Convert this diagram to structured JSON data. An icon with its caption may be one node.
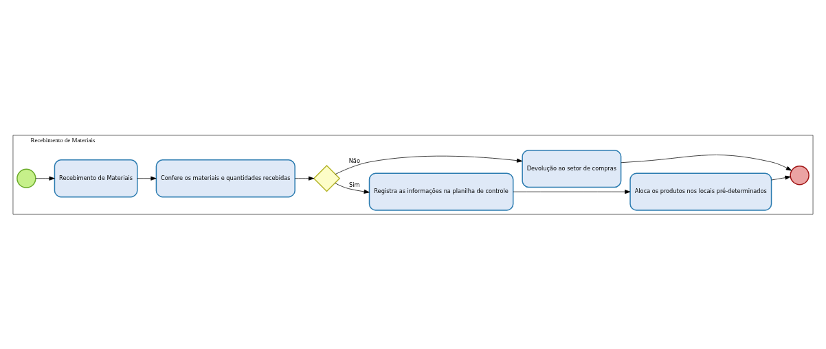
{
  "diagram": {
    "nodes": [
      {
        "text": [
          "Recebimento de Materiais"
        ]
      },
      {
        "text": [],
        "shape": "circle",
        "in": 0
      },
      {
        "text": [
          "Recebimento de Materiais"
        ],
        "in": 0
      },
      {
        "text": [
          "Confere os materiais e quantidades recebidas"
        ],
        "in": 0
      },
      {
        "text": [],
        "shape": "diamond",
        "in": 0
      },
      {
        "text": [
          "Registra as informações na planilha de controle"
        ],
        "in": 0
      },
      {
        "text": [
          "Aloca os produtos nos locais pré-determinados"
        ],
        "in": 0
      },
      {
        "text": [],
        "shape": "circle",
        "in": 0
      },
      {
        "text": [
          "Devolução ao setor de compras"
        ],
        "in": 0
      }
    ],
    "edges": [
      {
        "from": 1,
        "to": 2,
        "arrow": "to"
      },
      {
        "from": 2,
        "to": 3,
        "arrow": "to"
      },
      {
        "from": 3,
        "to": 4,
        "arrow": "to"
      },
      {
        "from": 4,
        "to": 5,
        "arrow": "to",
        "label": "Sim"
      },
      {
        "from": 5,
        "to": 6,
        "arrow": "to"
      },
      {
        "from": 6,
        "to": 7,
        "arrow": "to"
      },
      {
        "from": 4,
        "to": 8,
        "arrow": "to",
        "label": "Não"
      },
      {
        "from": 8,
        "to": 7,
        "arrow": "to"
      }
    ]
  }
}
